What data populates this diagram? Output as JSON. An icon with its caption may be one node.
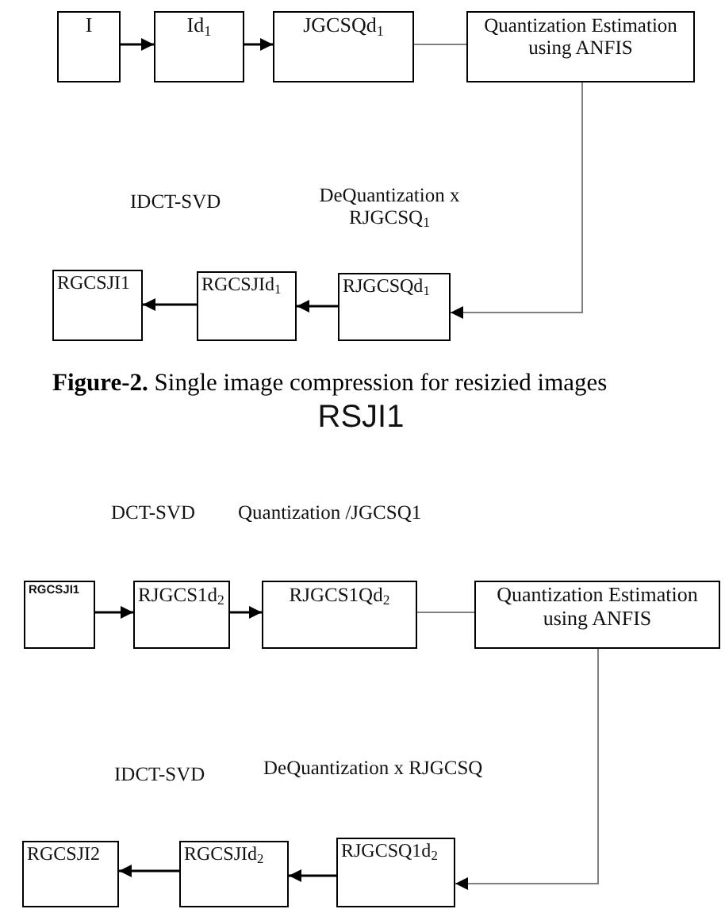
{
  "diagram": {
    "caption": "**Figure-2.** Single image compression for resizied images",
    "nodes": [
      {
        "text": [
          "I"
        ]
      },
      {
        "text": [
          "Id$_{1}$"
        ]
      },
      {
        "text": [
          "JGCSQd$_{1}$"
        ]
      },
      {
        "text": [
          "Quantization Estimation using ANFIS"
        ]
      },
      {
        "text": [
          "RGCSJI1"
        ]
      },
      {
        "text": [
          "RGCSJId$_{1}$"
        ]
      },
      {
        "text": [
          "RJGCSQd$_{1}$"
        ]
      },
      {
        "text": [
          "RGCSJI1"
        ]
      },
      {
        "text": [
          "RJGCS1d$_{2}$"
        ]
      },
      {
        "text": [
          "RJGCS1Qd$_{2}$"
        ]
      },
      {
        "text": [
          "Quantization Estimation using ANFIS"
        ]
      },
      {
        "text": [
          "RGCSJI2"
        ]
      },
      {
        "text": [
          "RGCSJId$_{2}$"
        ]
      },
      {
        "text": [
          "RJGCSQ1d$_{2}$"
        ]
      }
    ],
    "edges": [
      {
        "from": 0,
        "to": 1,
        "arrow": "to"
      },
      {
        "from": 1,
        "to": 2,
        "arrow": "to"
      },
      {
        "from": 2,
        "to": 3,
        "arrow": "none",
        "color": "#808080"
      },
      {
        "from": 3,
        "to": 6,
        "arrow": "to",
        "color": "#808080"
      },
      {
        "from": 6,
        "to": 5,
        "arrow": "to"
      },
      {
        "from": 5,
        "to": 4,
        "arrow": "to"
      },
      {
        "from": 7,
        "to": 8,
        "arrow": "to"
      },
      {
        "from": 8,
        "to": 9,
        "arrow": "to"
      },
      {
        "from": 9,
        "to": 10,
        "arrow": "none",
        "color": "#808080"
      },
      {
        "from": 10,
        "to": 13,
        "arrow": "to",
        "color": "#808080"
      },
      {
        "from": 13,
        "to": 12,
        "arrow": "to"
      },
      {
        "from": 12,
        "to": 11,
        "arrow": "to"
      }
    ],
    "labels": [
      "IDCT-SVD",
      "DeQuantization x RJGCSQ$_{1}$",
      "RSJI1",
      "DCT-SVD",
      "Quantization /JGCSQ1",
      "IDCT-SVD",
      "DeQuantization x RJGCSQ"
    ]
  }
}
